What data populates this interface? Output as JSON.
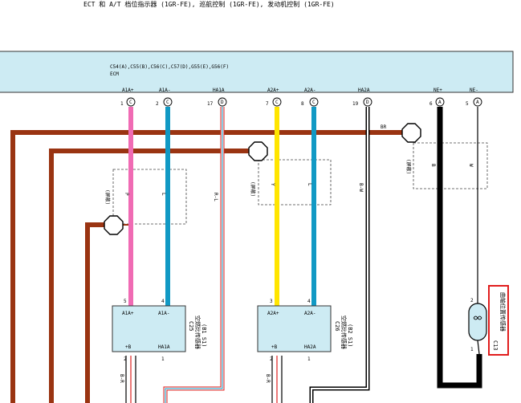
{
  "title": "ECT 和 A/T 档位指示器 (1GR-FE), 巡航控制 (1GR-FE), 发动机控制 (1GR-FE)",
  "ecm": {
    "connectors_line": "C54(A),C55(B),C56(C),C57(D),G55(E),G56(F)",
    "name": "ECM"
  },
  "ecm_pins": [
    {
      "name": "A1A+",
      "num": "1",
      "conn": "C"
    },
    {
      "name": "A1A-",
      "num": "2",
      "conn": "C"
    },
    {
      "name": "HA1A",
      "num": "17",
      "conn": "D"
    },
    {
      "name": "A2A+",
      "num": "7",
      "conn": "C"
    },
    {
      "name": "A2A-",
      "num": "8",
      "conn": "C"
    },
    {
      "name": "HA2A",
      "num": "19",
      "conn": "D"
    },
    {
      "name": "NE+",
      "num": "6",
      "conn": "A"
    },
    {
      "name": "NE-",
      "num": "5",
      "conn": "A"
    }
  ],
  "wire_colors": {
    "p": "P",
    "l1": "L",
    "rl": "R-L",
    "y": "Y",
    "l2": "L",
    "bw": "B-W",
    "br": "BR",
    "b": "B",
    "w": "W",
    "br2": "B-R",
    "br3": "B-R"
  },
  "shield_labels": [
    "(屏蔽)",
    "(屏蔽)",
    "(屏蔽)"
  ],
  "sensor1": {
    "pin_top_left": "5",
    "pin_top_right": "4",
    "lbl_top_left": "A1A+",
    "lbl_top_right": "A1A-",
    "lbl_bottom_left": "+B",
    "lbl_bottom_right": "HA1A",
    "pin_bottom_left": "2",
    "pin_bottom_right": "1",
    "code": "C25",
    "name": "空燃比传感器",
    "sub": "(B1 S1)"
  },
  "sensor2": {
    "pin_top_left": "3",
    "pin_top_right": "4",
    "lbl_top_left": "A2A+",
    "lbl_top_right": "A2A-",
    "lbl_bottom_left": "+B",
    "lbl_bottom_right": "HA2A",
    "pin_bottom_left": "2",
    "pin_bottom_right": "1",
    "code": "C26",
    "name": "空燃比传感器",
    "sub": "(B2 S1)"
  },
  "crank": {
    "code": "C13",
    "name": "曲轴位置传感器",
    "pin_top": "2",
    "pin_bottom": "1"
  },
  "colors": {
    "ecm_fill": "#cdebf3",
    "brown": "#9a3412",
    "pink": "#f06bb4",
    "blue": "#1199c4",
    "yellow": "#ffe500",
    "black": "#000000",
    "red": "#e0201e",
    "highlight": "#e11d1d"
  }
}
